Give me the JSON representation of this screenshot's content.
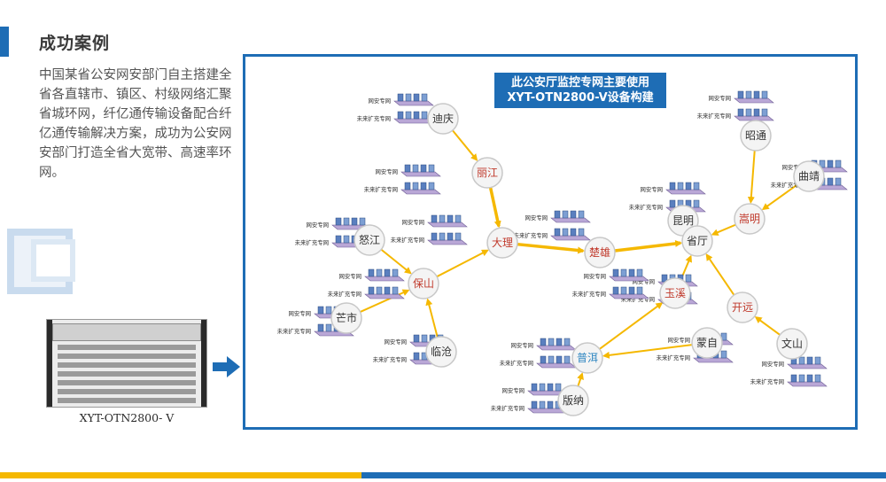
{
  "header": {
    "title": "成功案例"
  },
  "description": "中国某省公安网安部门自主搭建全省各直辖市、镇区、村级网络汇聚省城环网，纤亿通传输设备配合纤亿通传输解决方案，成功为公安网安部门打造全省大宽带、高速率环网。",
  "device": {
    "label": "XYT-OTN2800- V"
  },
  "diagram": {
    "banner_line1": "此公安厅监控专网主要使用",
    "banner_line2": "XYT-OTN2800-V设备构建",
    "net_label_1": "网安专网",
    "net_label_2": "未来扩充专网",
    "nodes": [
      {
        "id": "diqing",
        "label": "迪庆",
        "color": "#333333"
      },
      {
        "id": "lijiang",
        "label": "丽江",
        "color": "#c0392b"
      },
      {
        "id": "dali",
        "label": "大理",
        "color": "#c0392b"
      },
      {
        "id": "nujiang",
        "label": "怒江",
        "color": "#333333"
      },
      {
        "id": "baoshan",
        "label": "保山",
        "color": "#c0392b"
      },
      {
        "id": "mangshi",
        "label": "芒市",
        "color": "#333333"
      },
      {
        "id": "lincang",
        "label": "临沧",
        "color": "#333333"
      },
      {
        "id": "chuxiong",
        "label": "楚雄",
        "color": "#c0392b"
      },
      {
        "id": "kunming",
        "label": "昆明",
        "color": "#333333"
      },
      {
        "id": "shengting",
        "label": "省厅",
        "color": "#333333"
      },
      {
        "id": "zhaotong",
        "label": "昭通",
        "color": "#333333"
      },
      {
        "id": "songming",
        "label": "嵩明",
        "color": "#c0392b"
      },
      {
        "id": "qujing",
        "label": "曲靖",
        "color": "#333333"
      },
      {
        "id": "yuxi",
        "label": "玉溪",
        "color": "#c0392b"
      },
      {
        "id": "kaiyuan",
        "label": "开远",
        "color": "#c0392b"
      },
      {
        "id": "wenshan",
        "label": "文山",
        "color": "#333333"
      },
      {
        "id": "mengzi",
        "label": "蒙自",
        "color": "#333333"
      },
      {
        "id": "puer",
        "label": "普洱",
        "color": "#2e86c1"
      },
      {
        "id": "banna",
        "label": "版纳",
        "color": "#333333"
      }
    ],
    "edges": [
      {
        "from": "diqing",
        "to": "lijiang"
      },
      {
        "from": "lijiang",
        "to": "dali"
      },
      {
        "from": "nujiang",
        "to": "baoshan"
      },
      {
        "from": "mangshi",
        "to": "baoshan"
      },
      {
        "from": "lincang",
        "to": "baoshan"
      },
      {
        "from": "baoshan",
        "to": "dali"
      },
      {
        "from": "dali",
        "to": "chuxiong"
      },
      {
        "from": "chuxiong",
        "to": "shengting"
      },
      {
        "from": "zhaotong",
        "to": "songming"
      },
      {
        "from": "qujing",
        "to": "songming"
      },
      {
        "from": "songming",
        "to": "shengting"
      },
      {
        "from": "yuxi",
        "to": "shengting"
      },
      {
        "from": "puer",
        "to": "yuxi"
      },
      {
        "from": "banna",
        "to": "puer"
      },
      {
        "from": "mengzi",
        "to": "puer"
      },
      {
        "from": "wenshan",
        "to": "kaiyuan"
      },
      {
        "from": "kaiyuan",
        "to": "shengting"
      }
    ]
  },
  "colors": {
    "accent": "#1e6db5",
    "link": "#f5b800",
    "bar_left": "#f5b800",
    "bar_right": "#1e6db5"
  }
}
